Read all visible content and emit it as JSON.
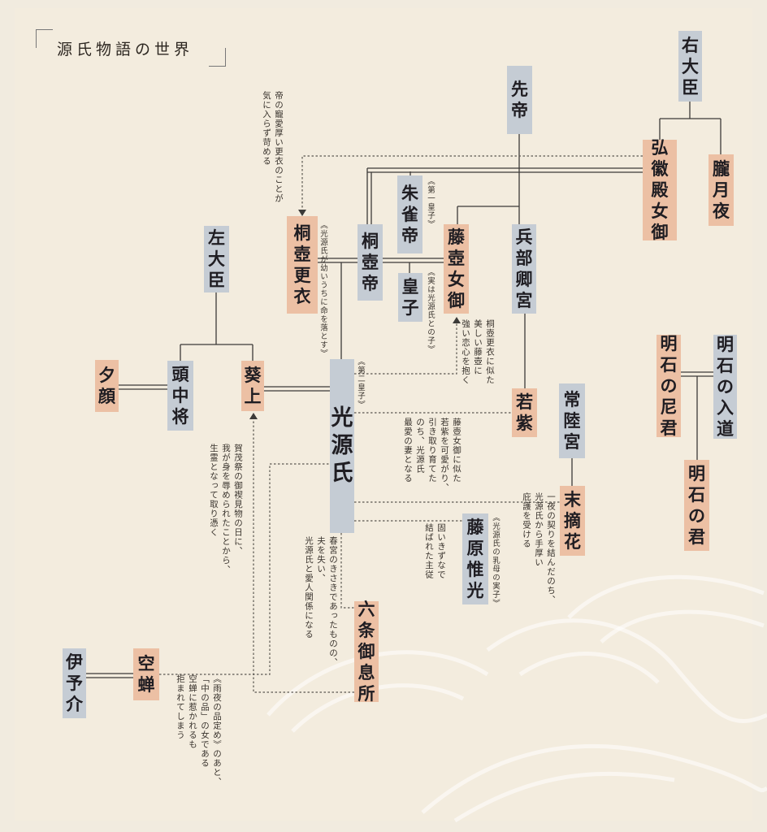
{
  "title": "源氏物語の世界",
  "people": {
    "udaijin": "右大臣",
    "sentei": "先帝",
    "kokiden": "弘徽殿女御",
    "oborozukiyo": "朧月夜",
    "suzaku": "朱雀帝",
    "fujitsubo": "藤壺女御",
    "hyobukyo": "兵部卿宮",
    "kiritsuboKoui": "桐壺更衣",
    "kiritsuboTei": "桐壺帝",
    "miko": "皇子",
    "sadaijin": "左大臣",
    "yugao": "夕顔",
    "tonochujo": "頭中将",
    "aoi": "葵上",
    "genji": "光源氏",
    "wakamurasaki": "若紫",
    "hitachinomiya": "常陸宮",
    "akashiNyudo": "明石の入道",
    "akashiAmagimi": "明石の尼君",
    "akashiKimi": "明石の君",
    "suetsumuhana": "末摘花",
    "koremitsu": "藤原惟光",
    "rokujo": "六条御息所",
    "iyonosuke": "伊予介",
    "utsusemi": "空蝉"
  },
  "notes": {
    "kiritsuboLove": "帝の寵愛厚い更衣のことが\n気に入らず苛める",
    "kiritsuboSub": "《光源氏が幼いうちに命を落とす》",
    "suzakuSub": "《第一皇子》",
    "mikoSub": "《実は光源氏との子》",
    "fujitsuboNote": "桐壺更衣に似た\n美しい藤壺に\n強い恋心を抱く",
    "genjiSub": "《第二皇子》",
    "wakamurasakiNote": "藤壺女御に似た\n若紫を可愛がり、\n引き取り育てた\nのち、光源氏\n最愛の妻となる",
    "aoiNote": "賀茂祭の御禊見物の日に、\n我が身を辱められたことから、\n生霊となって取り憑く",
    "rokujoNote": "春宮のきさきであったものの、\n夫を失い、\n光源氏と愛人関係になる",
    "koremitsuSub": "《光源氏の乳母の実子》",
    "koremitsuNote": "固いきずなで\n結ばれた主従",
    "suetsumuNote": "一夜の契りを結んだのち、\n光源氏から手厚い\n庇護を受ける",
    "utsusemiNote": "《雨夜の品定め》のあと、\n「中の品」の女である\n空蝉に惹かれるも\n拒まれてしまう"
  },
  "colors": {
    "male": "#c5ccd4",
    "female": "#ecc0a4",
    "line": "#3c3a38",
    "dotted": "#5a5650",
    "bg": "#f3ecde"
  }
}
